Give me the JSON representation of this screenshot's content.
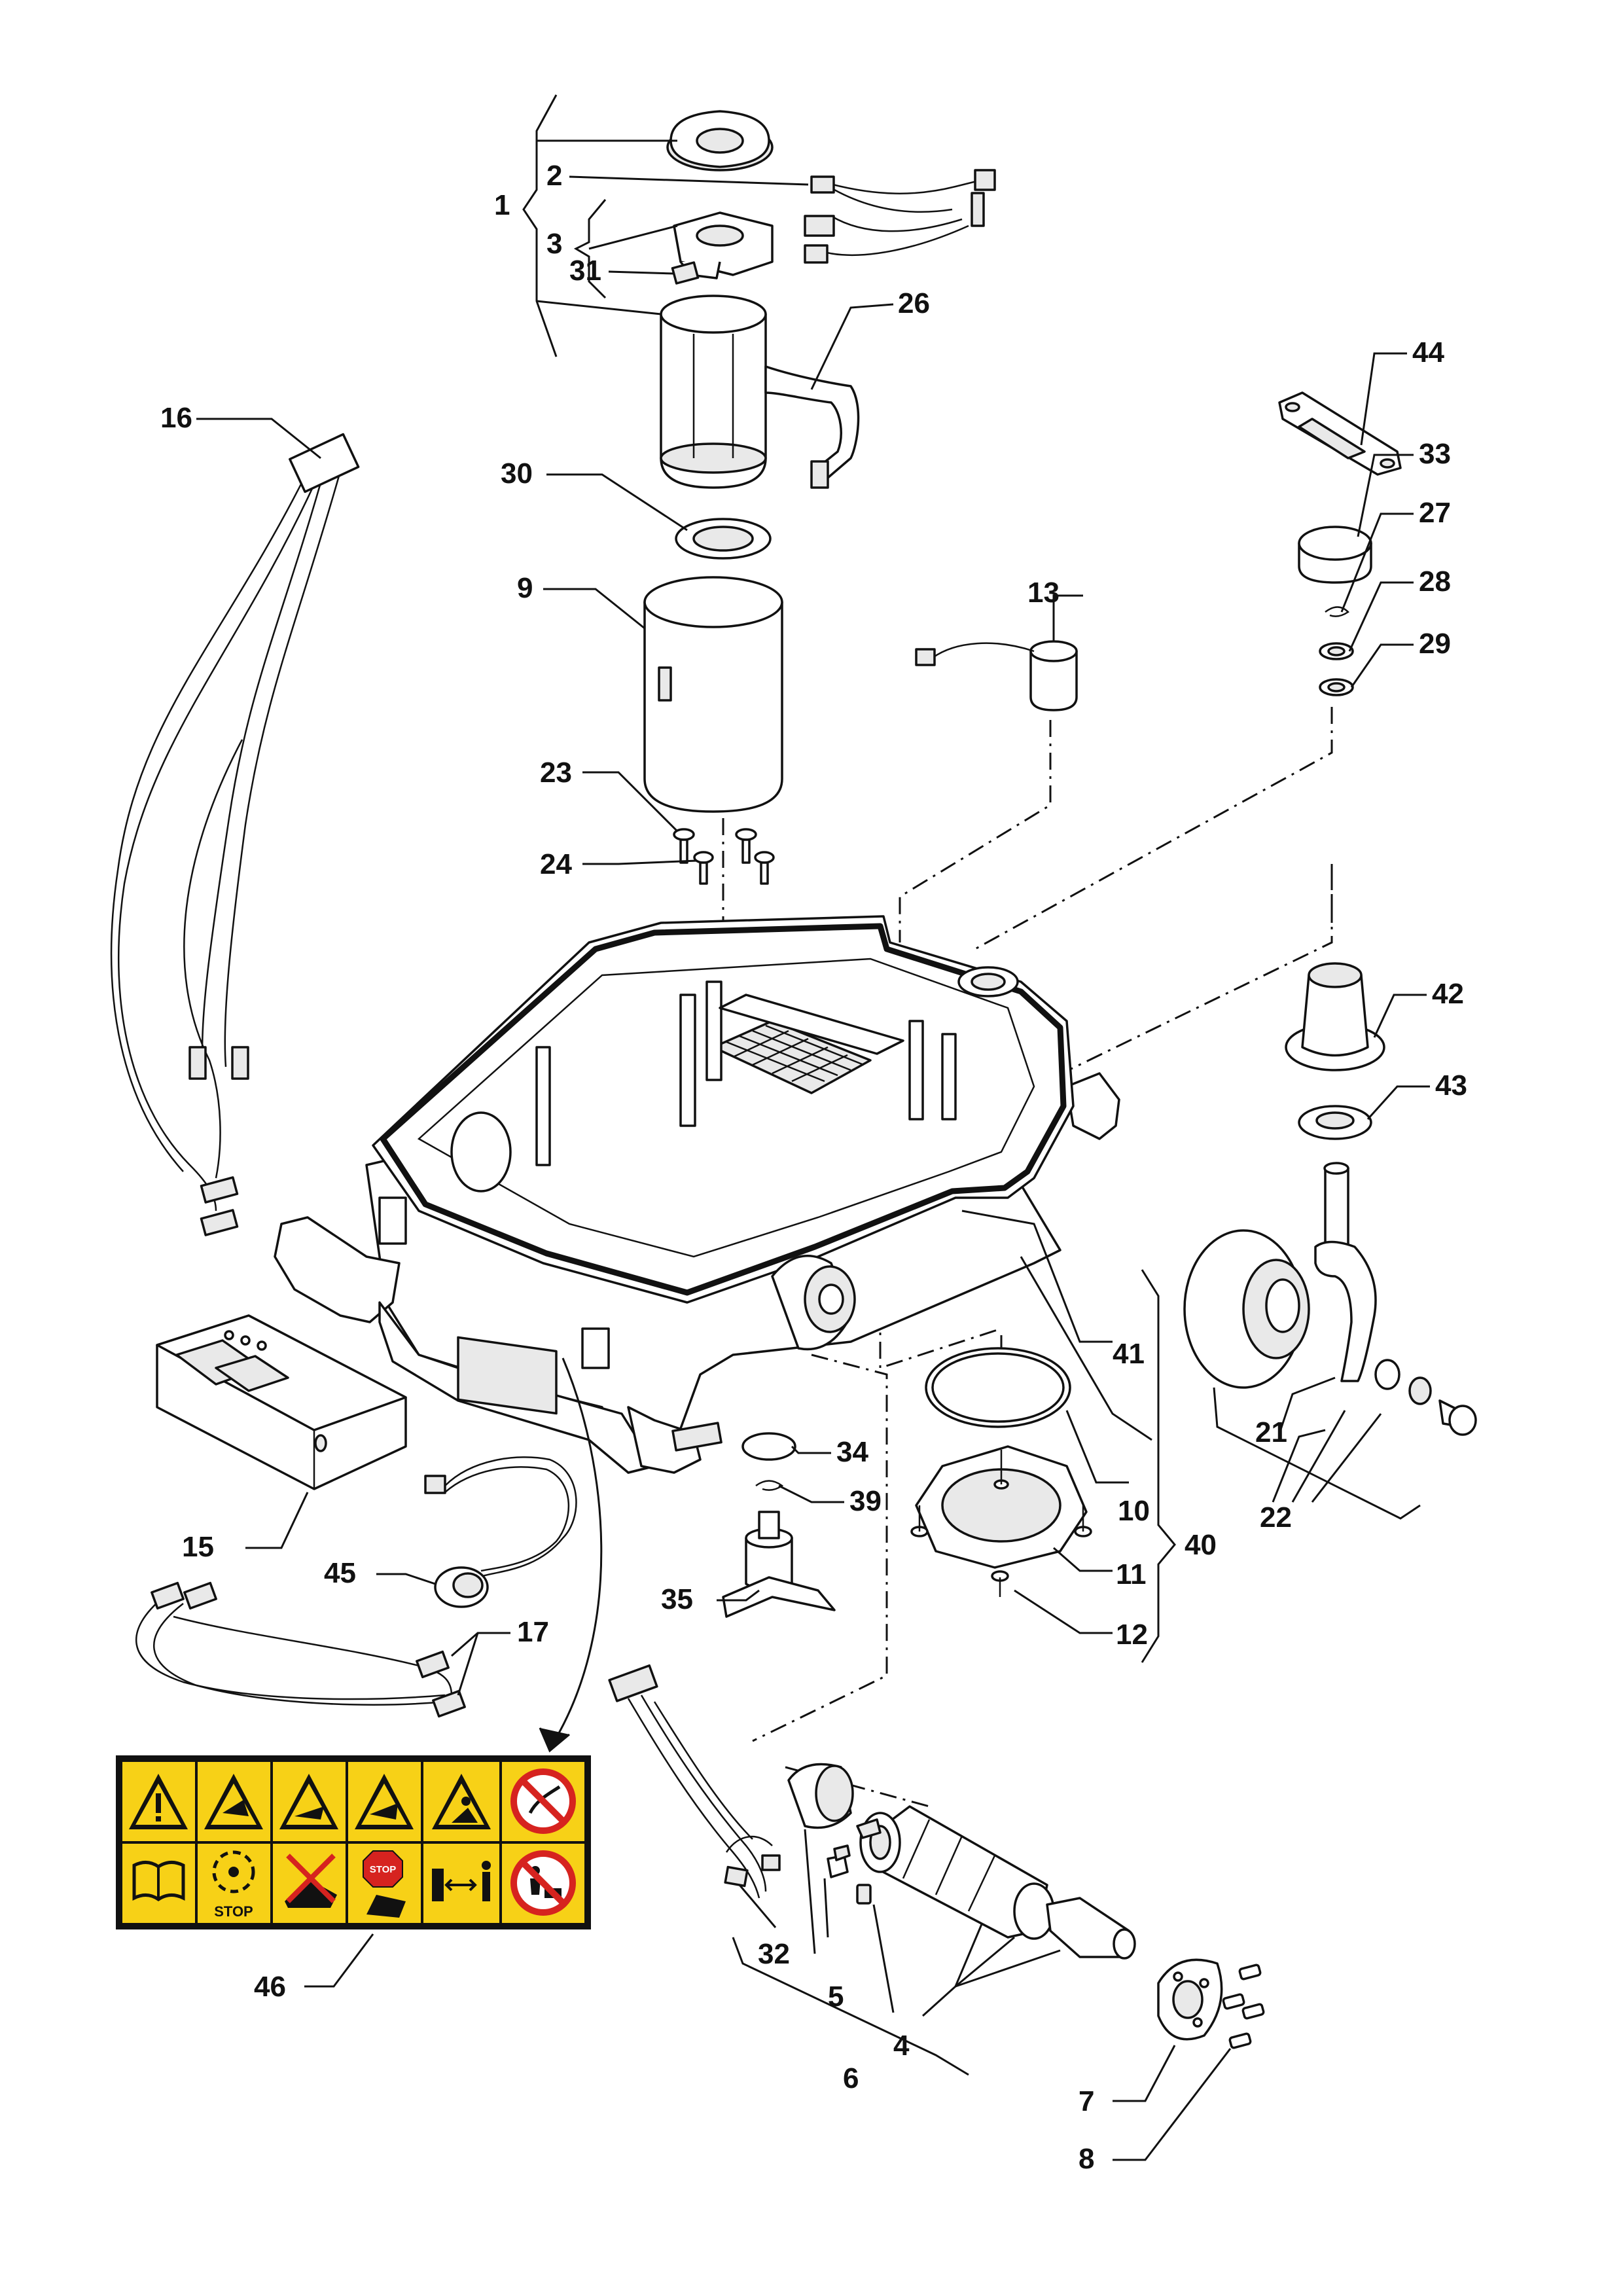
{
  "callouts": [
    {
      "id": "c1",
      "label": "1"
    },
    {
      "id": "c2",
      "label": "2"
    },
    {
      "id": "c3",
      "label": "3"
    },
    {
      "id": "c31",
      "label": "31"
    },
    {
      "id": "c26",
      "label": "26"
    },
    {
      "id": "c16",
      "label": "16"
    },
    {
      "id": "c30",
      "label": "30"
    },
    {
      "id": "c9",
      "label": "9"
    },
    {
      "id": "c13",
      "label": "13"
    },
    {
      "id": "c44",
      "label": "44"
    },
    {
      "id": "c33",
      "label": "33"
    },
    {
      "id": "c27",
      "label": "27"
    },
    {
      "id": "c28",
      "label": "28"
    },
    {
      "id": "c29",
      "label": "29"
    },
    {
      "id": "c23",
      "label": "23"
    },
    {
      "id": "c24",
      "label": "24"
    },
    {
      "id": "c42",
      "label": "42"
    },
    {
      "id": "c43",
      "label": "43"
    },
    {
      "id": "c41",
      "label": "41"
    },
    {
      "id": "c21",
      "label": "21"
    },
    {
      "id": "c22",
      "label": "22"
    },
    {
      "id": "c34",
      "label": "34"
    },
    {
      "id": "c39",
      "label": "39"
    },
    {
      "id": "c10",
      "label": "10"
    },
    {
      "id": "c40",
      "label": "40"
    },
    {
      "id": "c11",
      "label": "11"
    },
    {
      "id": "c12",
      "label": "12"
    },
    {
      "id": "c15",
      "label": "15"
    },
    {
      "id": "c45",
      "label": "45"
    },
    {
      "id": "c35",
      "label": "35"
    },
    {
      "id": "c17",
      "label": "17"
    },
    {
      "id": "c46",
      "label": "46"
    },
    {
      "id": "c32",
      "label": "32"
    },
    {
      "id": "c5",
      "label": "5"
    },
    {
      "id": "c4",
      "label": "4"
    },
    {
      "id": "c6",
      "label": "6"
    },
    {
      "id": "c7",
      "label": "7"
    },
    {
      "id": "c8",
      "label": "8"
    }
  ],
  "sticker": {
    "stop_label": "STOP",
    "stop_sign_label": "STOP",
    "accent_color": "#f7d117",
    "prohibit_color": "#d6231f",
    "icons": [
      "warning-icon",
      "blade-hand-warning-icon",
      "blade-foot-warning-icon",
      "blade-hand-remove-icon",
      "thrown-object-warning-icon",
      "no-washing-icon",
      "manual-book-icon",
      "rotating-blade-stop-icon",
      "no-riding-icon",
      "stop-before-lift-icon",
      "keep-distance-icon",
      "no-children-pets-icon"
    ]
  }
}
